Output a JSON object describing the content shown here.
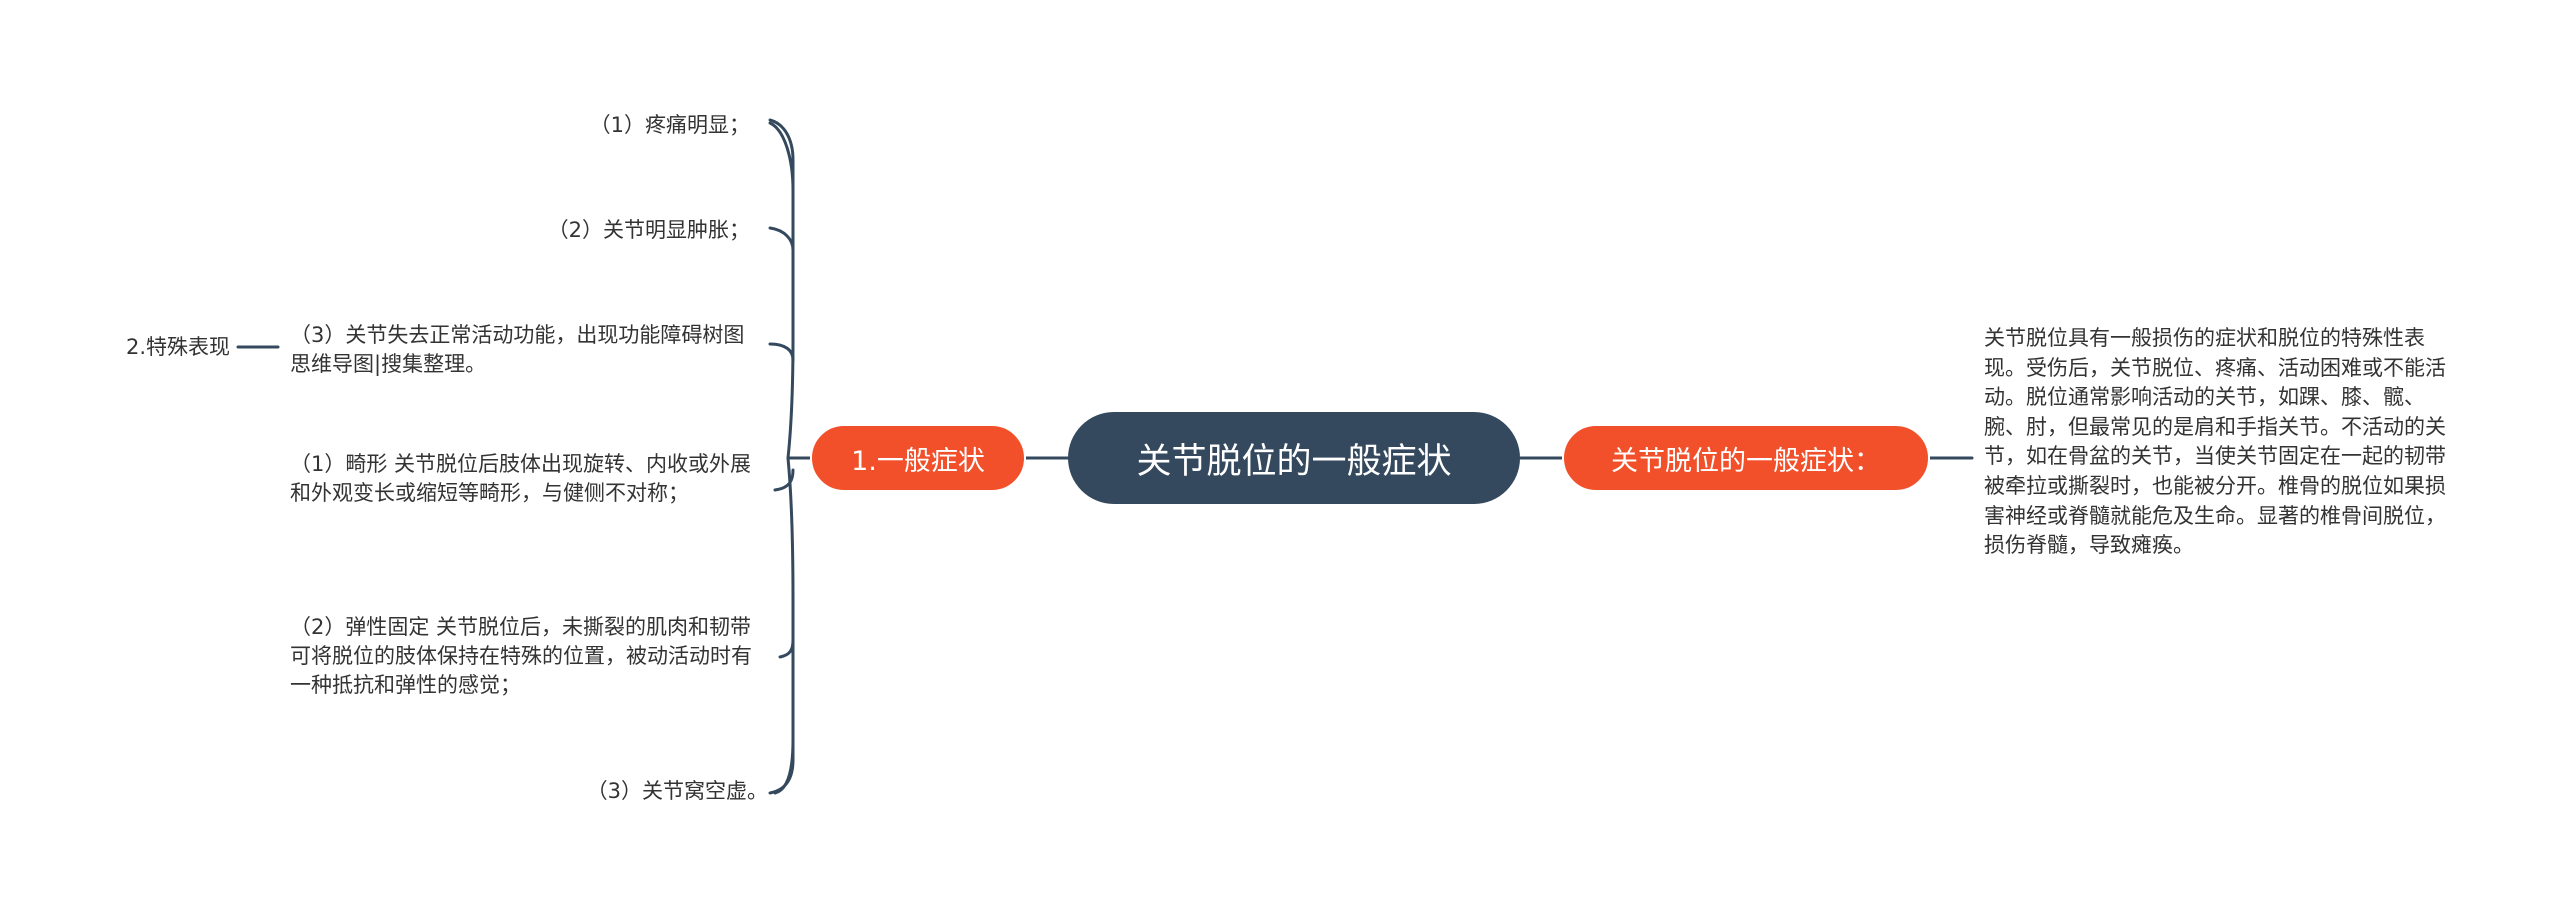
{
  "central": {
    "label": "关节脱位的一般症状"
  },
  "left_branch": {
    "label": "1.一般症状",
    "children": [
      {
        "label": "（1）疼痛明显；"
      },
      {
        "label": "（2）关节明显肿胀；"
      },
      {
        "label": "（3）关节失去正常活动功能，出现功能障碍树图思维导图|搜集整理。"
      },
      {
        "label": "（1）畸形 关节脱位后肢体出现旋转、内收或外展和外观变长或缩短等畸形，与健侧不对称；"
      },
      {
        "label": "（2）弹性固定 关节脱位后，未撕裂的肌肉和韧带可将脱位的肢体保持在特殊的位置，被动活动时有一种抵抗和弹性的感觉；"
      },
      {
        "label": "（3）关节窝空虚。"
      }
    ],
    "sub": {
      "label": "2.特殊表现"
    }
  },
  "right_branch": {
    "label": "关节脱位的一般症状：",
    "description": "关节脱位具有一般损伤的症状和脱位的特殊性表现。受伤后，关节脱位、疼痛、活动困难或不能活动。脱位通常影响活动的关节，如踝、膝、髋、腕、肘，但最常见的是肩和手指关节。不活动的关节，如在骨盆的关节，当使关节固定在一起的韧带被牵拉或撕裂时，也能被分开。椎骨的脱位如果损害神经或脊髓就能危及生命。显著的椎骨间脱位，损伤脊髓，导致瘫痪。"
  },
  "colors": {
    "central_bg": "#34495e",
    "branch_bg": "#f1502a",
    "line": "#34495e",
    "text": "#333333"
  }
}
